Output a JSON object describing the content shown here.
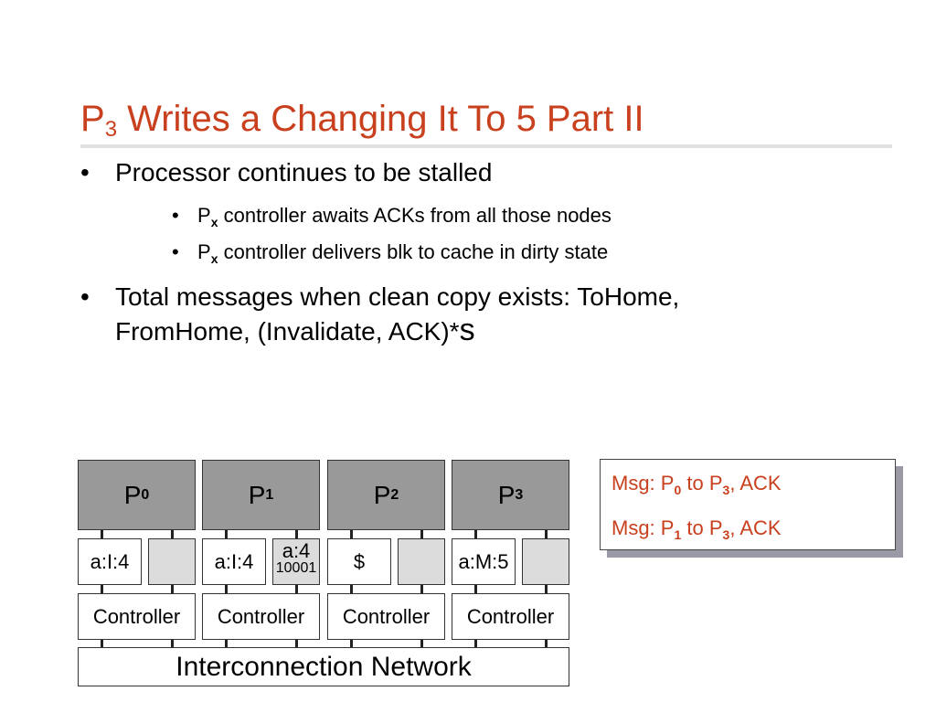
{
  "slide": {
    "title_main": "P",
    "title_sub": "3",
    "title_rest": " Writes a Changing It To 5 Part II",
    "bullets": [
      {
        "text": "Processor continues to be stalled",
        "sub": [
          {
            "p": "P",
            "x": "x",
            "text": " controller awaits ACKs from all those nodes"
          },
          {
            "p": "P",
            "x": "x",
            "text": " controller delivers blk to cache in dirty state"
          }
        ]
      },
      {
        "line1": "Total messages when clean copy exists: ToHome,",
        "line2a": "FromHome, (Invalidate, ACK)*",
        "line2b": "s"
      }
    ],
    "bullet_glyph": "•"
  },
  "diagram": {
    "processors": [
      {
        "p": "P",
        "n": "0",
        "cache": "a:I:4",
        "controller": "Controller"
      },
      {
        "p": "P",
        "n": "1",
        "cache": "a:I:4",
        "dir_value": "a:4",
        "dir_bits": "10001",
        "controller": "Controller"
      },
      {
        "p": "P",
        "n": "2",
        "cache": "$",
        "controller": "Controller"
      },
      {
        "p": "P",
        "n": "3",
        "cache": "a:M:5",
        "controller": "Controller"
      }
    ],
    "network": "Interconnection Network"
  },
  "messages": [
    {
      "pre": "Msg: P",
      "from": "0",
      "mid": " to P",
      "to": "3",
      "post": ", ACK"
    },
    {
      "pre": "Msg: P",
      "from": "1",
      "mid": " to P",
      "to": "3",
      "post": ", ACK"
    }
  ],
  "colors": {
    "title": "#c8401e",
    "processor": "#999999",
    "memory": "#dcdcdc",
    "message_text": "#c8401e"
  }
}
